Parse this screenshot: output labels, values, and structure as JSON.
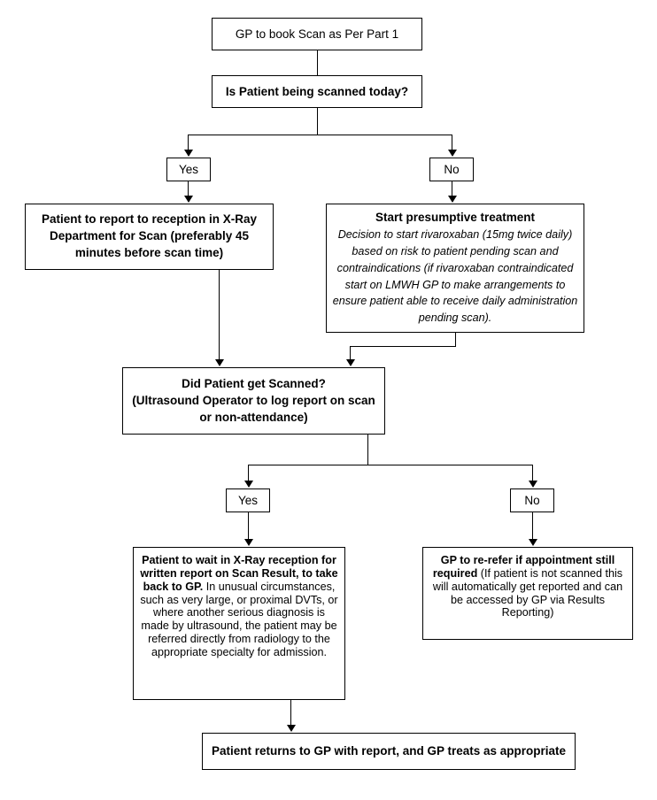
{
  "document": {
    "type": "flowchart",
    "title": "DVT scan pathway flowchart",
    "background_color": "#ffffff",
    "line_color": "#000000",
    "text_color": "#000000"
  },
  "nodes": {
    "start": {
      "label": "GP to book Scan as Per Part 1"
    },
    "decision_scanned_today": {
      "label": "Is Patient being scanned today?"
    },
    "branch1_yes": {
      "label": "Yes"
    },
    "branch1_no": {
      "label": "No"
    },
    "report_to_reception": {
      "line1": "Patient to report to reception in X-Ray",
      "line2": "Department for Scan (preferably 45",
      "line3": "minutes before scan time)"
    },
    "presumptive_treatment": {
      "heading": "Start presumptive treatment",
      "body": "Decision to start rivaroxaban (15mg twice daily) based on risk to patient pending scan and contraindications (if rivaroxaban contraindicated start on LMWH GP to make arrangements to ensure patient able to receive daily administration pending scan)."
    },
    "decision_did_get_scanned": {
      "line1": "Did Patient get Scanned?",
      "line2": "(Ultrasound Operator to log report on scan",
      "line3": "or non-attendance)"
    },
    "branch2_yes": {
      "label": "Yes"
    },
    "branch2_no": {
      "label": "No"
    },
    "wait_for_report": {
      "bold_part": "Patient to wait in X-Ray reception for written report on Scan Result, to take back to GP.",
      "plain_part": " In unusual circumstances, such as very large, or proximal DVTs, or where another serious diagnosis is made by ultrasound, the patient may be referred directly from radiology to the appropriate specialty for admission."
    },
    "re_refer": {
      "bold_part": "GP to re-refer if appointment still required",
      "plain_part": " (If patient is not scanned this will automatically get reported and can be accessed by GP via Results Reporting)"
    },
    "end": {
      "label": "Patient returns to GP with report, and GP treats as appropriate"
    }
  }
}
